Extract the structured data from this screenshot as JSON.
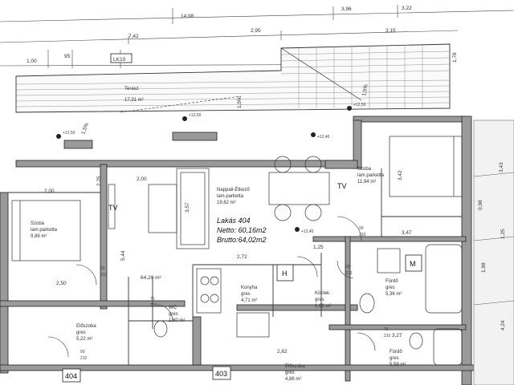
{
  "apartment": {
    "title": "Lakás 404",
    "netto": "Netto: 60,16m2",
    "brutto": "Brutto:64,02m2"
  },
  "labels": {
    "lk_tag": "LK10",
    "unit_left": "404",
    "unit_bottom": "403",
    "fixture_h": "H",
    "fixture_m": "M",
    "tv_left": "TV",
    "tv_right": "TV",
    "slope_left": "1,5%",
    "slope_mid": "1,5%",
    "slope_right": "1,5%",
    "stair_note": "64,20 m²"
  },
  "rooms": [
    {
      "name": "Terasz",
      "sub": "17,31 m²"
    },
    {
      "name": "Nappali-Étkező",
      "sub1": "lam.parketta",
      "sub2": "19,62 m²"
    },
    {
      "name": "Szoba",
      "sub1": "lam.parketta",
      "sub2": "11,94 m²"
    },
    {
      "name": "Szoba",
      "sub1": "lam.parketta",
      "sub2": "9,86 m²"
    },
    {
      "name": "Konyha",
      "sub1": "gres",
      "sub2": "4,71 m²"
    },
    {
      "name": "Közlek.",
      "sub1": "gres",
      "sub2": "1,62 m²"
    },
    {
      "name": "Fürdő",
      "sub1": "gres",
      "sub2": "5,36 m²"
    },
    {
      "name": "Előszoba",
      "sub1": "gres",
      "sub2": "5,22 m²"
    },
    {
      "name": "Előszoba",
      "sub1": "gres",
      "sub2": "4,86 m²"
    },
    {
      "name": "Fürdő",
      "sub1": "gres",
      "sub2": "5,59 m²"
    },
    {
      "name": "WC",
      "sub1": "gres",
      "sub2": "1,60 m²"
    }
  ],
  "dimensions": {
    "top": [
      "14,98",
      "3,96",
      "3,22",
      "7,42",
      "2,95",
      "3,15",
      "1,00",
      "95",
      "1,78"
    ],
    "mid": [
      "2,72",
      "1,25",
      "3,47",
      "2,62",
      "3,27",
      "2,50",
      "2,00",
      "2,00",
      "2,25",
      "3,42",
      "3,57",
      "5,44"
    ],
    "right": [
      "3,43",
      "1,25",
      "4,24",
      "0,98",
      "1,98"
    ],
    "levels": [
      "+12,50",
      "+12,50",
      "+12,40",
      "+12,40",
      "+12,50"
    ],
    "doors": [
      "90",
      "210",
      "75",
      "210",
      "90",
      "210",
      "90",
      "210",
      "75",
      "210",
      "90",
      "210"
    ]
  }
}
